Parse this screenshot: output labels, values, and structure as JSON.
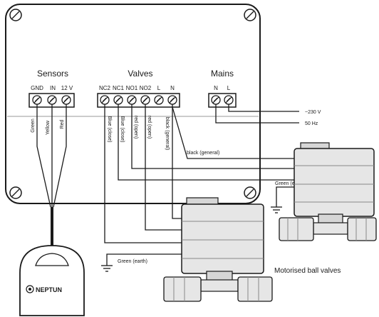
{
  "groups": {
    "sensors": "Sensors",
    "valves": "Valves",
    "mains": "Mains"
  },
  "sensor_terminals": [
    "GND",
    "IN",
    "12 V"
  ],
  "valve_terminals": [
    "NC2",
    "NC1",
    "NO1",
    "NO2",
    "L",
    "N"
  ],
  "mains_terminals": [
    "N",
    "L"
  ],
  "sensor_wires": [
    "Green",
    "Yellow",
    "Red"
  ],
  "valve_wires": [
    "Blue (close)",
    "Blue (close)",
    "red (open)",
    "red (open)",
    "black (general)"
  ],
  "labels": {
    "voltage": "~230 V",
    "frequency": "50 Hz",
    "black_general": "black (general)",
    "green_earth_top": "Green (earth)",
    "green_earth_bottom": "Green (earth)",
    "caption": "Motorised ball valves",
    "brand": "NEPTUN"
  },
  "colors": {
    "line": "#1a1a1a",
    "valve_body": "#e6e6e6",
    "valve_dark": "#bdbdbd",
    "panel": "#ffffff",
    "divider": "#9a9a9a"
  },
  "icons": [
    "screw-terminal-icon",
    "earth-ground-icon",
    "neptun-logo-icon"
  ]
}
